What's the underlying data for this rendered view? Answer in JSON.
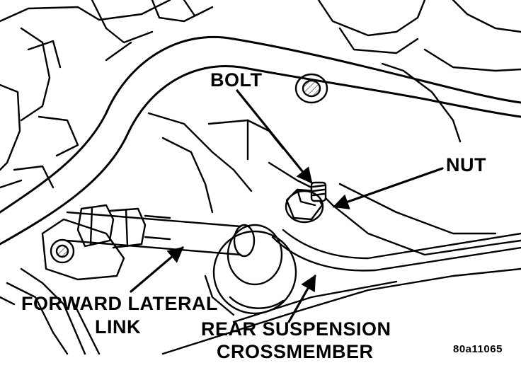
{
  "callouts": {
    "bolt": "BOLT",
    "nut": "NUT",
    "forward_lateral_link_line1": "FORWARD LATERAL",
    "forward_lateral_link_line2": "LINK",
    "rear_suspension_line1": "REAR SUSPENSION",
    "rear_suspension_line2": "CROSSMEMBER"
  },
  "figure_id": "80a11065",
  "colors": {
    "ink": "#000000",
    "paper": "#ffffff"
  },
  "icons": {
    "pointer_arrow": "arrow-icon",
    "bolt_head": "hex-bolt-icon"
  }
}
